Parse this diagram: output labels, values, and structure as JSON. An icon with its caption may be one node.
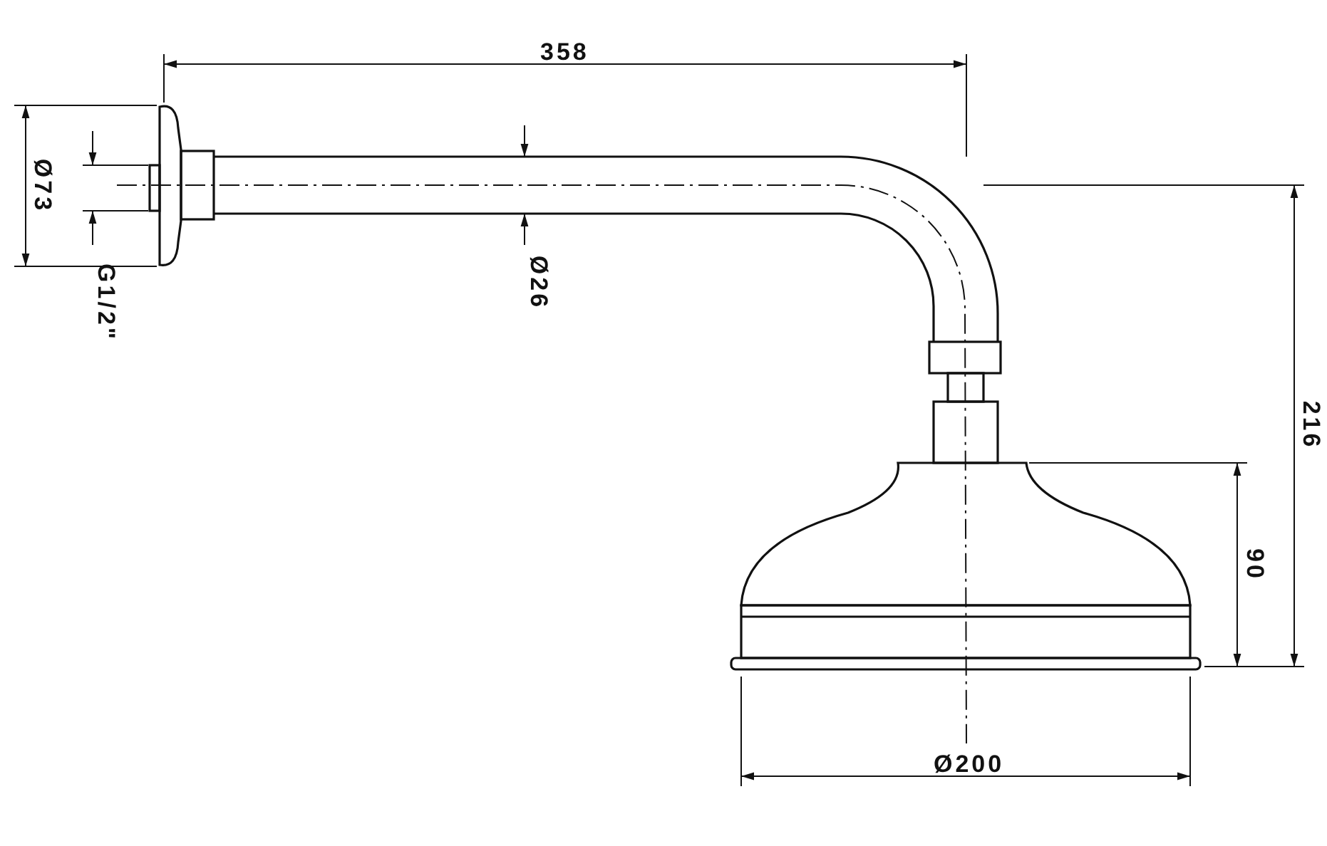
{
  "diagram": {
    "labels": [
      "358",
      "Ø73",
      "G1/2\"",
      "Ø26",
      "216",
      "90",
      "Ø200"
    ]
  }
}
